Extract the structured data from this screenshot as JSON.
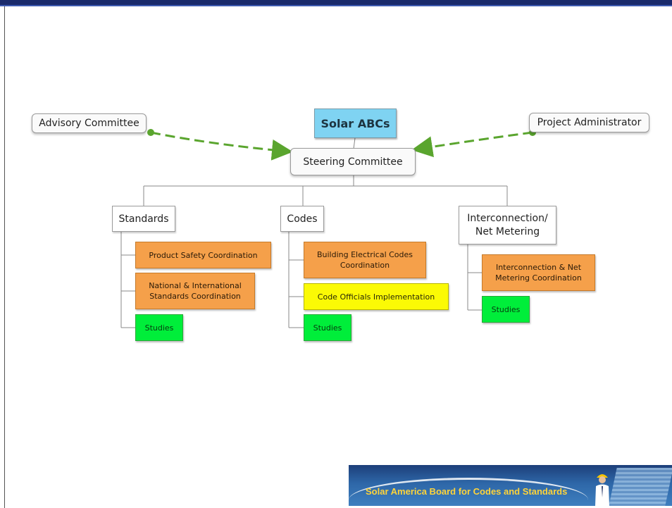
{
  "colors": {
    "root_fill": "#7fd3f2",
    "orange_fill": "#f5a04a",
    "yellow_fill": "#fbfa05",
    "green_fill": "#00ee3a",
    "dashed_arrow": "#5aa52e",
    "header_bar": "#1a2a6b"
  },
  "org": {
    "root": "Solar ABCs",
    "advisory": "Advisory Committee",
    "admin": "Project Administrator",
    "steering": "Steering Committee",
    "branches": {
      "standards": {
        "label": "Standards",
        "items": [
          "Product Safety Coordination",
          "National & International Standards Coordination",
          "Studies"
        ]
      },
      "codes": {
        "label": "Codes",
        "items": [
          "Building Electrical Codes Coordination",
          "Code Officials Implementation",
          "Studies"
        ]
      },
      "interconnection": {
        "label": "Interconnection/ Net Metering",
        "items": [
          "Interconnection & Net Metering Coordination",
          "Studies"
        ]
      }
    }
  },
  "banner": {
    "text": "Solar America Board for Codes and Standards"
  }
}
